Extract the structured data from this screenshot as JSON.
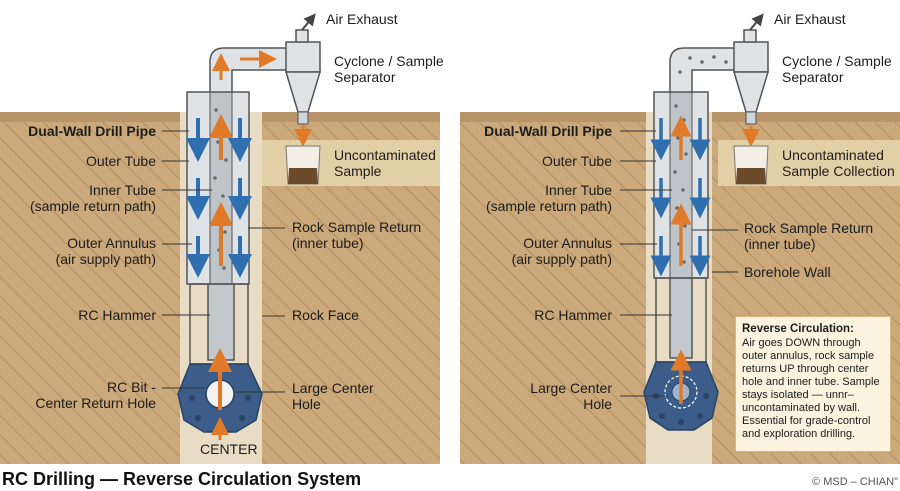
{
  "caption": "RC Drilling — Reverse Circulation System",
  "copyright": "© MSD – CHIAN\"",
  "left_panel": {
    "air_exhaust": "Air Exhaust",
    "cyclone": [
      "Cyclone / Sample",
      "Separator"
    ],
    "sample": [
      "Uncontaminated",
      "Sample"
    ],
    "dual_wall": "Dual-Wall Drill Pipe",
    "outer_tube": "Outer Tube",
    "inner_tube": [
      "Inner Tube",
      "(sample return path)"
    ],
    "outer_annulus": [
      "Outer Annulus",
      "(air supply path)"
    ],
    "rc_hammer": "RC Hammer",
    "rc_bit": [
      "RC Bit -",
      "Center Return Hole"
    ],
    "rock_sample_return": [
      "Rock Sample Return",
      "(inner tube)"
    ],
    "rock_face": "Rock Face",
    "large_center_hole": [
      "Large Center",
      "Hole"
    ],
    "center": "CENTER"
  },
  "right_panel": {
    "air_exhaust": "Air Exhaust",
    "cyclone": [
      "Cyclone / Sample",
      "Separator"
    ],
    "sample": [
      "Uncontaminated",
      "Sample Collection"
    ],
    "dual_wall": "Dual-Wall Drill Pipe",
    "outer_tube": "Outer Tube",
    "inner_tube": [
      "Inner Tube",
      "(sample return path)"
    ],
    "outer_annulus": [
      "Outer Annulus",
      "(air supply path)"
    ],
    "rc_hammer": "RC Hammer",
    "large_center_hole": [
      "Large Center",
      "Hole"
    ],
    "rock_sample_return": [
      "Rock Sample Return",
      "(inner tube)"
    ],
    "borehole_wall": "Borehole Wall"
  },
  "note_box": {
    "title": "Reverse Circulation:",
    "lines": [
      "Air goes DOWN through",
      "outer annulus, rock sample",
      "returns UP through center",
      "hole and inner tube. Sample",
      "stays isolated — unnr–",
      "uncontaminated by wall.",
      "Essential for grade-control",
      "and exploration drilling."
    ]
  },
  "colors": {
    "ground": "#cba97a",
    "ground_top": "#e3cfa6",
    "hatch": "#9e7b4f",
    "pipe": "#cfd4d8",
    "air_arrow": "#2f6fb0",
    "sample_arrow": "#e07a28",
    "bit": "#3c5d8a"
  }
}
